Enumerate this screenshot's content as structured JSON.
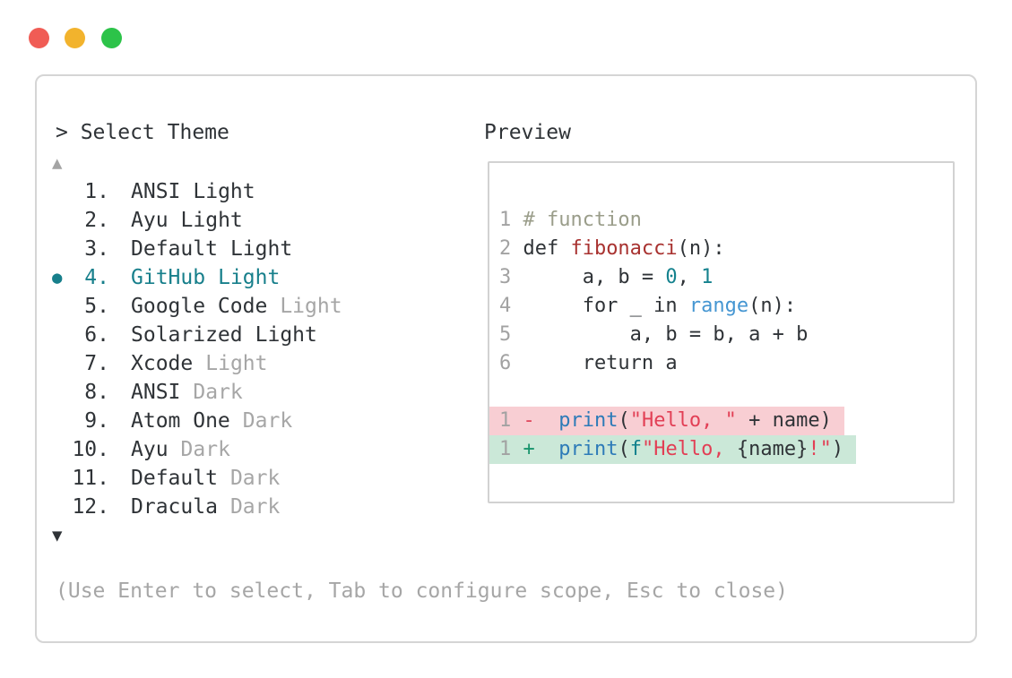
{
  "window": {
    "controls": [
      {
        "name": "close",
        "color": "#f05c55"
      },
      {
        "name": "minimize",
        "color": "#f2b32d"
      },
      {
        "name": "maximize",
        "color": "#2cc349"
      }
    ]
  },
  "selector": {
    "prompt": "> Select Theme",
    "scroll_up": "▲",
    "scroll_down": "▼",
    "selected_marker": "●",
    "items": [
      {
        "num": "1.",
        "name": "ANSI",
        "variant": "Light",
        "variant_dim": false,
        "selected": false
      },
      {
        "num": "2.",
        "name": "Ayu",
        "variant": "Light",
        "variant_dim": false,
        "selected": false
      },
      {
        "num": "3.",
        "name": "Default",
        "variant": "Light",
        "variant_dim": false,
        "selected": false
      },
      {
        "num": "4.",
        "name": "GitHub",
        "variant": "Light",
        "variant_dim": false,
        "selected": true
      },
      {
        "num": "5.",
        "name": "Google Code",
        "variant": "Light",
        "variant_dim": true,
        "selected": false
      },
      {
        "num": "6.",
        "name": "Solarized",
        "variant": "Light",
        "variant_dim": false,
        "selected": false
      },
      {
        "num": "7.",
        "name": "Xcode",
        "variant": "Light",
        "variant_dim": true,
        "selected": false
      },
      {
        "num": "8.",
        "name": "ANSI",
        "variant": "Dark",
        "variant_dim": true,
        "selected": false
      },
      {
        "num": "9.",
        "name": "Atom One",
        "variant": "Dark",
        "variant_dim": true,
        "selected": false
      },
      {
        "num": "10.",
        "name": "Ayu",
        "variant": "Dark",
        "variant_dim": true,
        "selected": false
      },
      {
        "num": "11.",
        "name": "Default",
        "variant": "Dark",
        "variant_dim": true,
        "selected": false
      },
      {
        "num": "12.",
        "name": "Dracula",
        "variant": "Dark",
        "variant_dim": true,
        "selected": false
      }
    ],
    "hint": "(Use Enter to select, Tab to configure scope, Esc to close)"
  },
  "preview": {
    "title": "Preview",
    "code_lines": [
      {
        "num": "1",
        "segments": [
          {
            "text": "# function",
            "style": "comment"
          }
        ]
      },
      {
        "num": "2",
        "segments": [
          {
            "text": "def ",
            "style": "plain"
          },
          {
            "text": "fibonacci",
            "style": "function"
          },
          {
            "text": "(n):",
            "style": "plain"
          }
        ]
      },
      {
        "num": "3",
        "segments": [
          {
            "text": "     a, b = ",
            "style": "plain"
          },
          {
            "text": "0",
            "style": "number"
          },
          {
            "text": ", ",
            "style": "plain"
          },
          {
            "text": "1",
            "style": "number"
          }
        ]
      },
      {
        "num": "4",
        "segments": [
          {
            "text": "     for _ in ",
            "style": "plain"
          },
          {
            "text": "range",
            "style": "builtin"
          },
          {
            "text": "(n):",
            "style": "plain"
          }
        ]
      },
      {
        "num": "5",
        "segments": [
          {
            "text": "         a, b = b, a + b",
            "style": "plain"
          }
        ]
      },
      {
        "num": "6",
        "segments": [
          {
            "text": "     return a",
            "style": "plain"
          }
        ]
      }
    ],
    "diff_lines": [
      {
        "num": "1",
        "kind": "removed",
        "segments": [
          {
            "text": "-",
            "style": "minus"
          },
          {
            "text": "  ",
            "style": "plain"
          },
          {
            "text": "print",
            "style": "call"
          },
          {
            "text": "(",
            "style": "plain"
          },
          {
            "text": "\"Hello, \"",
            "style": "string"
          },
          {
            "text": " + name)",
            "style": "plain"
          }
        ]
      },
      {
        "num": "1",
        "kind": "added",
        "segments": [
          {
            "text": "+",
            "style": "plus"
          },
          {
            "text": "  ",
            "style": "plain"
          },
          {
            "text": "print",
            "style": "call"
          },
          {
            "text": "(",
            "style": "plain"
          },
          {
            "text": "f",
            "style": "fstring"
          },
          {
            "text": "\"Hello, ",
            "style": "string"
          },
          {
            "text": "{name}",
            "style": "plain"
          },
          {
            "text": "!\"",
            "style": "string"
          },
          {
            "text": ")",
            "style": "plain"
          }
        ]
      }
    ]
  },
  "colors": {
    "text": "#2f3337",
    "dim": "#a6a6a6",
    "selected_teal": "#177f8b",
    "comment": "#9a9d8a",
    "function_red": "#a83230",
    "number_teal": "#15828e",
    "builtin_blue": "#4596d2",
    "call_blue": "#2d7bb8",
    "string_red": "#e23f55",
    "diff_minus": "#e0475c",
    "diff_plus": "#18946c",
    "removed_bg": "#f8ced3",
    "added_bg": "#cbe8d8",
    "border": "#d5d5d5"
  }
}
